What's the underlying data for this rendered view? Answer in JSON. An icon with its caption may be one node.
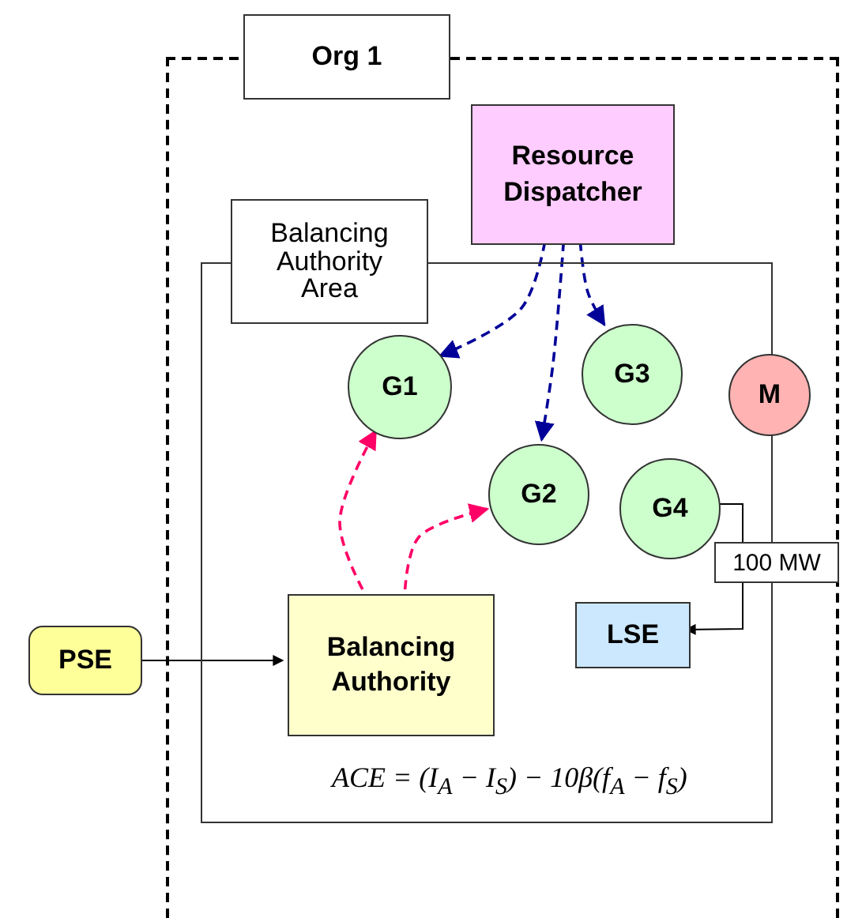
{
  "diagram": {
    "nodes": [
      {
        "text": [
          "Org 1"
        ]
      },
      {
        "text": [
          "Resource Dispatcher"
        ],
        "in": 0
      },
      {
        "text": [
          "Balancing Authority Area"
        ],
        "in": 0
      },
      {
        "text": [
          "G1"
        ],
        "in": 2
      },
      {
        "text": [
          "G3"
        ],
        "in": 2
      },
      {
        "text": [
          "M"
        ],
        "in": 0
      },
      {
        "text": [
          "G2"
        ],
        "in": 2
      },
      {
        "text": [
          "G4"
        ],
        "in": 2
      },
      {
        "text": [
          "LSE"
        ],
        "in": 2
      },
      {
        "text": [
          "Balancing Authority"
        ],
        "in": 2
      },
      {
        "text": [
          "PSE"
        ]
      }
    ],
    "edges": [
      {
        "from": 1,
        "to": 3,
        "arrow": "to",
        "style": "dashed",
        "color": "#000099"
      },
      {
        "from": 1,
        "to": 6,
        "arrow": "to",
        "style": "dashed",
        "color": "#000099"
      },
      {
        "from": 1,
        "to": 4,
        "arrow": "to",
        "style": "dashed",
        "color": "#000099"
      },
      {
        "from": 9,
        "to": 3,
        "arrow": "to",
        "style": "dashed",
        "color": "#ff0066"
      },
      {
        "from": 9,
        "to": 6,
        "arrow": "to",
        "style": "dashed",
        "color": "#ff0066"
      },
      {
        "from": 10,
        "to": 9,
        "arrow": "to",
        "color": "#000000"
      },
      {
        "from": 7,
        "to": 8,
        "arrow": "to",
        "label": "100 MW",
        "color": "#000000"
      }
    ],
    "labels": [
      "ACE = (I$_{A}$ − I$_{S}$) − 10β(f$_{A}$ − f$_{S}$)"
    ]
  }
}
